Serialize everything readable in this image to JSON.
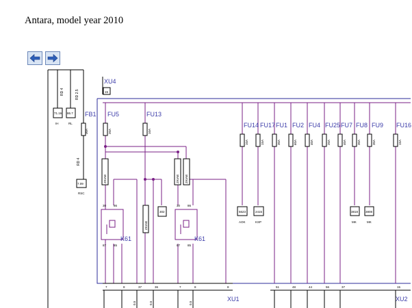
{
  "page": {
    "title": "Antara, model year 2010"
  },
  "nav": {
    "back_icon": "arrow-left-icon",
    "forward_icon": "arrow-right-icon"
  },
  "colors": {
    "wire": "#7a1f86",
    "label": "#3a3aa8",
    "bus": "#2b2b9a",
    "nav_bg": "#d8e4f4",
    "nav_arrow": "#2e5fb8"
  },
  "diagram": {
    "left_wire_labels": [
      "RD 4",
      "RD 2.5",
      "RD 4"
    ],
    "left_components": [
      {
        "code": "71.16",
        "name": "IH"
      },
      {
        "code": "86.7",
        "name": "RL"
      },
      {
        "code": "7.09",
        "name": "RSC"
      }
    ],
    "fb1": {
      "label": "FB1",
      "rating": "30A"
    },
    "connectors": {
      "top": "XU4",
      "top_pin": "15",
      "bottom1": "XU1",
      "bottom2": "XU2"
    },
    "fuses": [
      {
        "label": "FU5",
        "rating": "20A"
      },
      {
        "label": "FU13",
        "rating": "10A"
      },
      {
        "label": "FU14",
        "rating": "10A"
      },
      {
        "label": "FU17",
        "rating": "15A"
      },
      {
        "label": "FU1",
        "rating": "30A"
      },
      {
        "label": "FU2",
        "rating": "60A"
      },
      {
        "label": "FU4",
        "rating": "40A"
      },
      {
        "label": "FU25",
        "rating": "20A"
      },
      {
        "label": "FU7",
        "rating": "40A"
      },
      {
        "label": "FU8",
        "rating": "30A"
      },
      {
        "label": "FU9",
        "rating": "30A"
      },
      {
        "label": "FU16",
        "rating": "15A"
      }
    ],
    "relays": [
      {
        "label": "K61",
        "pins": [
          "30",
          "86",
          "87",
          "85"
        ]
      },
      {
        "label": "K61",
        "pins": [
          "30",
          "86",
          "87",
          "85"
        ]
      }
    ],
    "diode_label": "ZKIAB",
    "block_302": "302",
    "loads": [
      {
        "code": "5623",
        "name": "AOK"
      },
      {
        "code": "2415",
        "name": "KSP"
      },
      {
        "code": "3818",
        "name": "MK"
      },
      {
        "code": "3808",
        "name": "MK"
      }
    ],
    "bottom_pins": [
      "7",
      "8",
      "37",
      "36",
      "7",
      "8",
      "8",
      "51",
      "48",
      "44",
      "56",
      "37",
      "15"
    ],
    "bottom_wire_labels": [
      "0.5",
      "0.5",
      "0.5"
    ]
  }
}
